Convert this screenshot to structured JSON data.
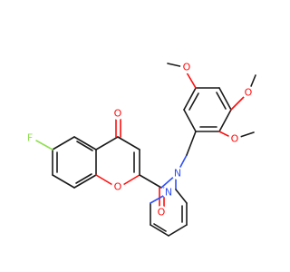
{
  "molecule": {
    "atom_colors": {
      "O": "#ff0d0d",
      "N": "#3050f8",
      "F": "#90e050",
      "C": "#1a1a1a"
    },
    "labels": {
      "fluorine": "F",
      "ketone_oxygen": "O",
      "ring_oxygen": "O",
      "amide_oxygen": "O",
      "amide_nitrogen": "N",
      "pyridine_nitrogen": "N",
      "methoxy_oxygen_top": "O",
      "methoxy_oxygen_right": "O",
      "methoxy_oxygen_bottom": "O"
    }
  }
}
